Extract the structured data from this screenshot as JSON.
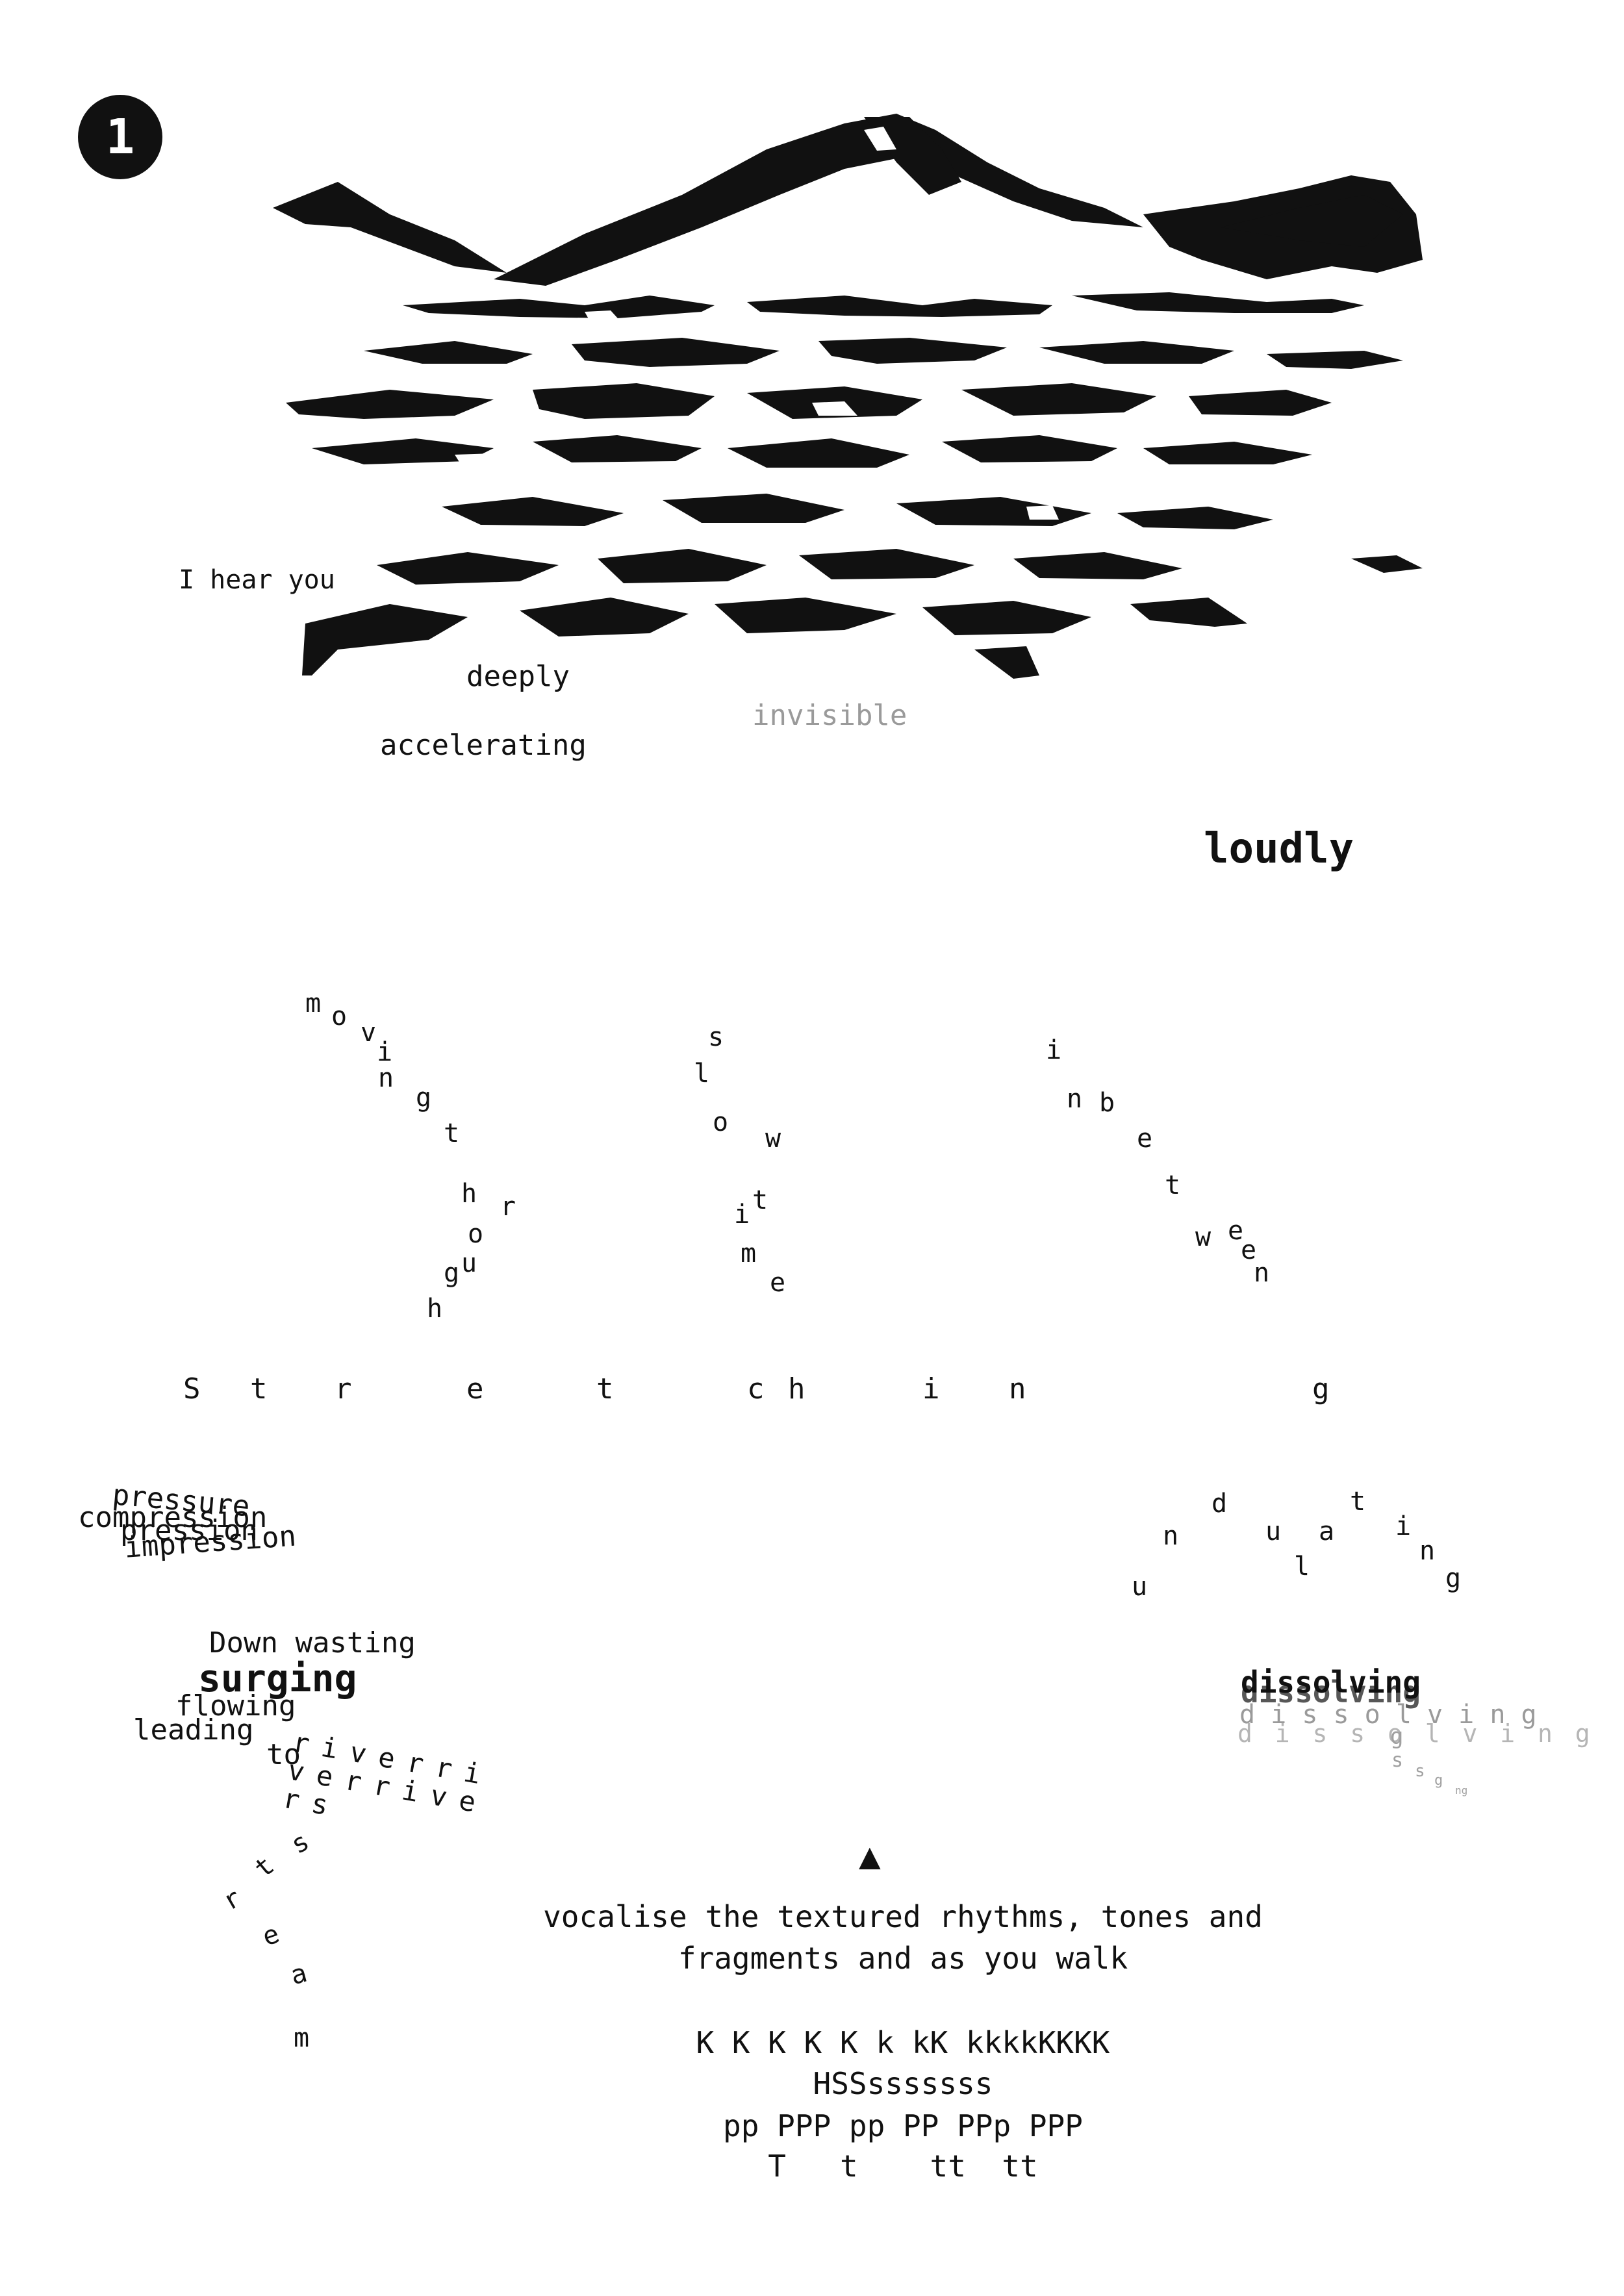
{
  "page": {
    "number": "1"
  },
  "top_words": {
    "hear": "I hear you",
    "deeply": "deeply",
    "invisible": "invisible",
    "accelerating": "accelerating",
    "loudly": "loudly"
  },
  "scatter": {
    "moving": [
      "m",
      "o",
      "v",
      "i",
      "n",
      "g",
      "t",
      "h",
      "r",
      "o",
      "u",
      "g",
      "h"
    ],
    "slow": [
      "s",
      "l",
      "o",
      "w",
      "i",
      "t",
      "m",
      "e"
    ],
    "between": [
      "i",
      "n",
      "b",
      "e",
      "t",
      "w",
      "e",
      "e",
      "n"
    ],
    "stretching": [
      "S",
      "t",
      "r",
      "e",
      "t",
      "c",
      "h",
      "i",
      "n",
      "g"
    ],
    "undulating": [
      "u",
      "n",
      "d",
      "u",
      "l",
      "a",
      "t",
      "i",
      "n",
      "g"
    ]
  },
  "left_cluster": {
    "pressure": "pressure",
    "compression": "compression",
    "pression": "pression",
    "impression": "impression",
    "down_wasting": "Down wasting",
    "surging": "surging",
    "flowing": "flowing",
    "leading": "leading",
    "to": "to",
    "rivers": "r i v e r r i v e r r i v e r s",
    "stream": [
      "s",
      "t",
      "r",
      "e",
      "a",
      "m"
    ]
  },
  "right_cluster": {
    "dissolving": "dissolving",
    "dissolving_faded": "d i s s o l v i n g"
  },
  "instructions": {
    "marker": "▲",
    "line1": "vocalise the textured rhythms, tones and",
    "line2": "fragments and as you walk"
  },
  "sounds": {
    "k": "K K K K K k kK kkkkKKKK",
    "hss": "HSSsssssss",
    "pp": "pp PPP pp PP PPp PPP",
    "t": "T   t    tt  tt"
  },
  "colors": {
    "ink": "#111111",
    "faded": "#9a9a9a",
    "paper": "#ffffff"
  }
}
